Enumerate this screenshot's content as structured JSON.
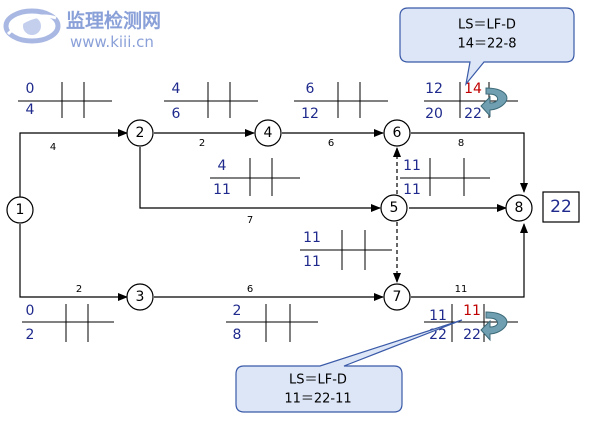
{
  "watermark": {
    "title": "监理检测网",
    "url": "www.kiii.cn",
    "logo_icon": "eye-logo-icon"
  },
  "total_duration": "22",
  "nodes": [
    {
      "id": "1",
      "label": "1"
    },
    {
      "id": "2",
      "label": "2"
    },
    {
      "id": "3",
      "label": "3"
    },
    {
      "id": "4",
      "label": "4"
    },
    {
      "id": "5",
      "label": "5"
    },
    {
      "id": "6",
      "label": "6"
    },
    {
      "id": "7",
      "label": "7"
    },
    {
      "id": "8",
      "label": "8"
    }
  ],
  "activities": [
    {
      "id": "a12",
      "from": "1",
      "to": "2",
      "duration": "4",
      "es": "0",
      "ef": "4"
    },
    {
      "id": "a13",
      "from": "1",
      "to": "3",
      "duration": "2",
      "es": "0",
      "ef": "2"
    },
    {
      "id": "a24",
      "from": "2",
      "to": "4",
      "duration": "2",
      "es": "4",
      "ef": "6"
    },
    {
      "id": "a25",
      "from": "2",
      "to": "5",
      "duration": "7",
      "es": "4",
      "ef": "11"
    },
    {
      "id": "a46",
      "from": "4",
      "to": "6",
      "duration": "6",
      "es": "6",
      "ef": "12"
    },
    {
      "id": "a37",
      "from": "3",
      "to": "7",
      "duration": "6",
      "es": "2",
      "ef": "8"
    },
    {
      "id": "a68",
      "from": "6",
      "to": "8",
      "duration": "8",
      "es": "12",
      "ef": "20",
      "ls": "14",
      "lf": "22"
    },
    {
      "id": "a58",
      "from": "5",
      "to": "8",
      "duration": "",
      "es": "11",
      "ef": "11"
    },
    {
      "id": "a57",
      "from": "5",
      "to": "7",
      "duration": "",
      "es": "11",
      "ef": "11"
    },
    {
      "id": "a78",
      "from": "7",
      "to": "8",
      "duration": "11",
      "es": "11",
      "ef": "22",
      "ls": "11",
      "lf": "22"
    }
  ],
  "callouts": [
    {
      "id": "top",
      "line1": "LS＝LF-D",
      "line2": "14＝22-8"
    },
    {
      "id": "bottom",
      "line1": "LS＝LF-D",
      "line2": "11＝22-11"
    }
  ],
  "colors": {
    "early_value": "#1f2a8c",
    "late_start_value": "#c00000",
    "late_finish_value": "#1f2a8c",
    "callout_fill": "#dde6f7",
    "callout_stroke": "#3a5aa8",
    "curl_arrow": "#6f9fb0",
    "total_box_text": "#1f2a8c"
  }
}
